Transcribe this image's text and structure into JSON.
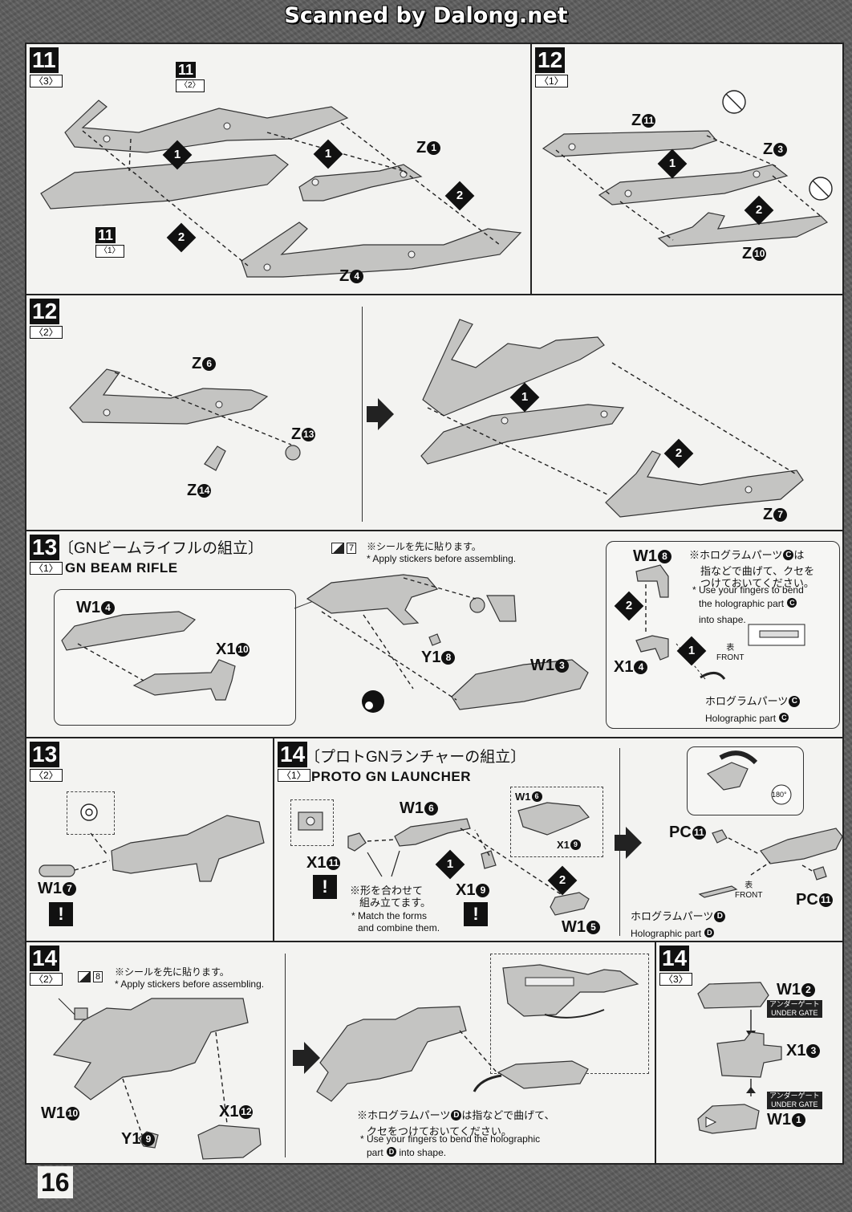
{
  "watermark": "Scanned by Dalong.net",
  "page_number": "16",
  "step11_1": {
    "num": "11",
    "sub": "〈3〉",
    "ref_num": "11",
    "ref_sub_a": "〈2〉",
    "ref_sub_b": "〈1〉",
    "z1": "Z",
    "z1n": "1",
    "z4": "Z",
    "z4n": "4",
    "m1": "1",
    "m2": "2"
  },
  "step12_1": {
    "num": "12",
    "sub": "〈1〉",
    "z11": "Z",
    "z11n": "11",
    "z3": "Z",
    "z3n": "3",
    "z10": "Z",
    "z10n": "10",
    "m1": "1",
    "m2": "2"
  },
  "step12_2": {
    "num": "12",
    "sub": "〈2〉",
    "z6": "Z",
    "z6n": "6",
    "z13": "Z",
    "z13n": "13",
    "z14": "Z",
    "z14n": "14",
    "z7": "Z",
    "z7n": "7",
    "m1": "1",
    "m2": "2"
  },
  "step13_1": {
    "num": "13",
    "sub": "〈1〉",
    "title_jp": "〔GNビームライフルの組立〕",
    "title_en": "GN BEAM RIFLE",
    "sticker_no": "7",
    "sticker_jp": "※シールを先に貼ります。",
    "sticker_en": "* Apply stickers before assembling.",
    "w14": "W1",
    "w14n": "4",
    "x110": "X1",
    "x110n": "10",
    "y18": "Y1",
    "y18n": "8",
    "w13": "W1",
    "w13n": "3",
    "w18": "W1",
    "w18n": "8",
    "x14": "X1",
    "x14n": "4",
    "holo_note_jp1": "※ホログラムパーツ",
    "holo_c": "C",
    "holo_note_jp1b": "は",
    "holo_note_jp2": "指などで曲げて、クセを",
    "holo_note_jp3": "つけておいてください。",
    "holo_note_en1": "* Use your fingers to bend",
    "holo_note_en2": "the holographic part",
    "holo_note_en3": "into shape.",
    "front_jp": "表",
    "front_en": "FRONT",
    "holo_part_jp": "ホログラムパーツ",
    "holo_part_en": "Holographic part",
    "m1": "1",
    "m2": "2"
  },
  "step13_2": {
    "num": "13",
    "sub": "〈2〉",
    "w17": "W1",
    "w17n": "7",
    "warn": "!"
  },
  "step14_1": {
    "num": "14",
    "sub": "〈1〉",
    "title_jp": "〔プロトGNランチャーの組立〕",
    "title_en": "PROTO GN LAUNCHER",
    "w16": "W1",
    "w16n": "6",
    "x111": "X1",
    "x111n": "11",
    "x19": "X1",
    "x19n": "9",
    "w15": "W1",
    "w15n": "5",
    "inset_w16": "W1",
    "inset_w16n": "6",
    "inset_x19": "X1",
    "inset_x19n": "9",
    "match_jp1": "※形を合わせて",
    "match_jp2": "組み立てます。",
    "match_en1": "* Match the forms",
    "match_en2": "and combine them.",
    "pc11a": "PC",
    "pc11an": "11",
    "pc11b": "PC",
    "pc11bn": "11",
    "rotate": "180°",
    "front_jp": "表",
    "front_en": "FRONT",
    "holo_part_jp": "ホログラムパーツ",
    "holo_d": "D",
    "holo_part_en": "Holographic part",
    "warn": "!",
    "m1": "1",
    "m2": "2"
  },
  "step14_2": {
    "num": "14",
    "sub": "〈2〉",
    "sticker_no": "8",
    "sticker_jp": "※シールを先に貼ります。",
    "sticker_en": "* Apply stickers before assembling.",
    "w110": "W1",
    "w110n": "10",
    "x112": "X1",
    "x112n": "12",
    "y19": "Y1",
    "y19n": "9",
    "holo_note_jp1": "※ホログラムパーツ",
    "holo_d": "D",
    "holo_note_jp1b": "は指などで曲げて、",
    "holo_note_jp2": "クセをつけておいてください。",
    "holo_note_en1": "* Use your fingers to bend the holographic",
    "holo_note_en2a": "part",
    "holo_note_en2b": "into shape."
  },
  "step14_3": {
    "num": "14",
    "sub": "〈3〉",
    "w12": "W1",
    "w12n": "2",
    "x13": "X1",
    "x13n": "3",
    "w11": "W1",
    "w11n": "1",
    "gate_jp": "アンダーゲート",
    "gate_en": "UNDER GATE"
  }
}
